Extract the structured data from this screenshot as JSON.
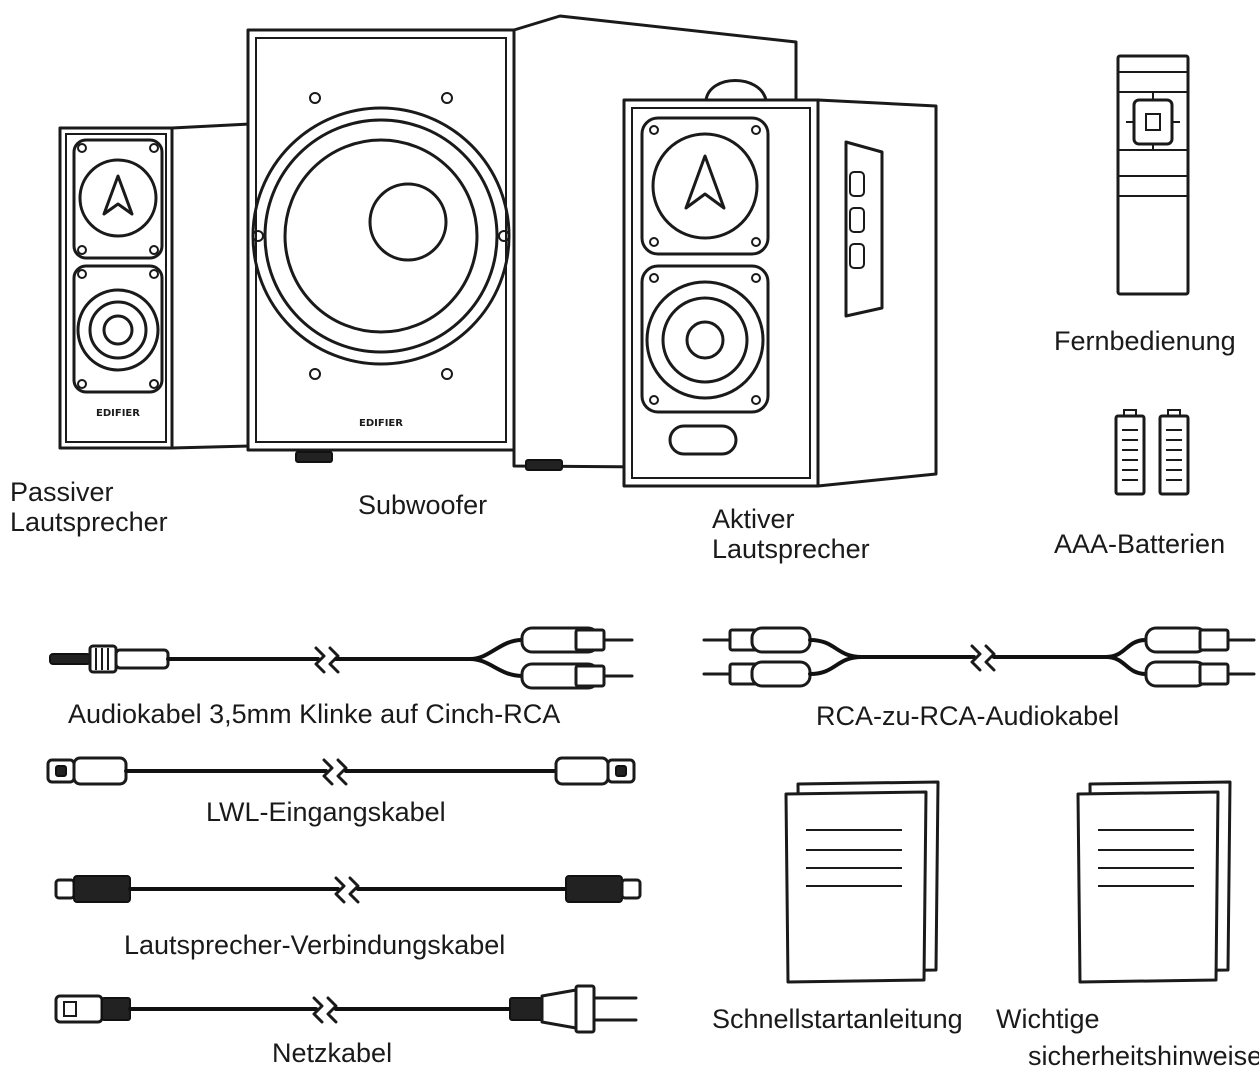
{
  "labels": {
    "passive_speaker_line1": "Passiver",
    "passive_speaker_line2": "Lautsprecher",
    "subwoofer": "Subwoofer",
    "active_speaker_line1": "Aktiver",
    "active_speaker_line2": "Lautsprecher",
    "remote": "Fernbedienung",
    "batteries": "AAA-Batterien",
    "audio_cable": "Audiokabel 3,5mm Klinke auf Cinch-RCA",
    "rca_cable": "RCA-zu-RCA-Audiokabel",
    "optical_cable": "LWL-Eingangskabel",
    "speaker_cable": "Lautsprecher-Verbindungskabel",
    "power_cable": "Netzkabel",
    "quick_start": "Schnellstartanleitung",
    "safety_line1": "Wichtige",
    "safety_line2": "sicherheitshinweise"
  },
  "brand": {
    "subwoofer_logo": "EDIFIER",
    "passive_logo": "EDIFIER"
  },
  "colors": {
    "line": "#1a1a1a",
    "background": "#ffffff"
  }
}
